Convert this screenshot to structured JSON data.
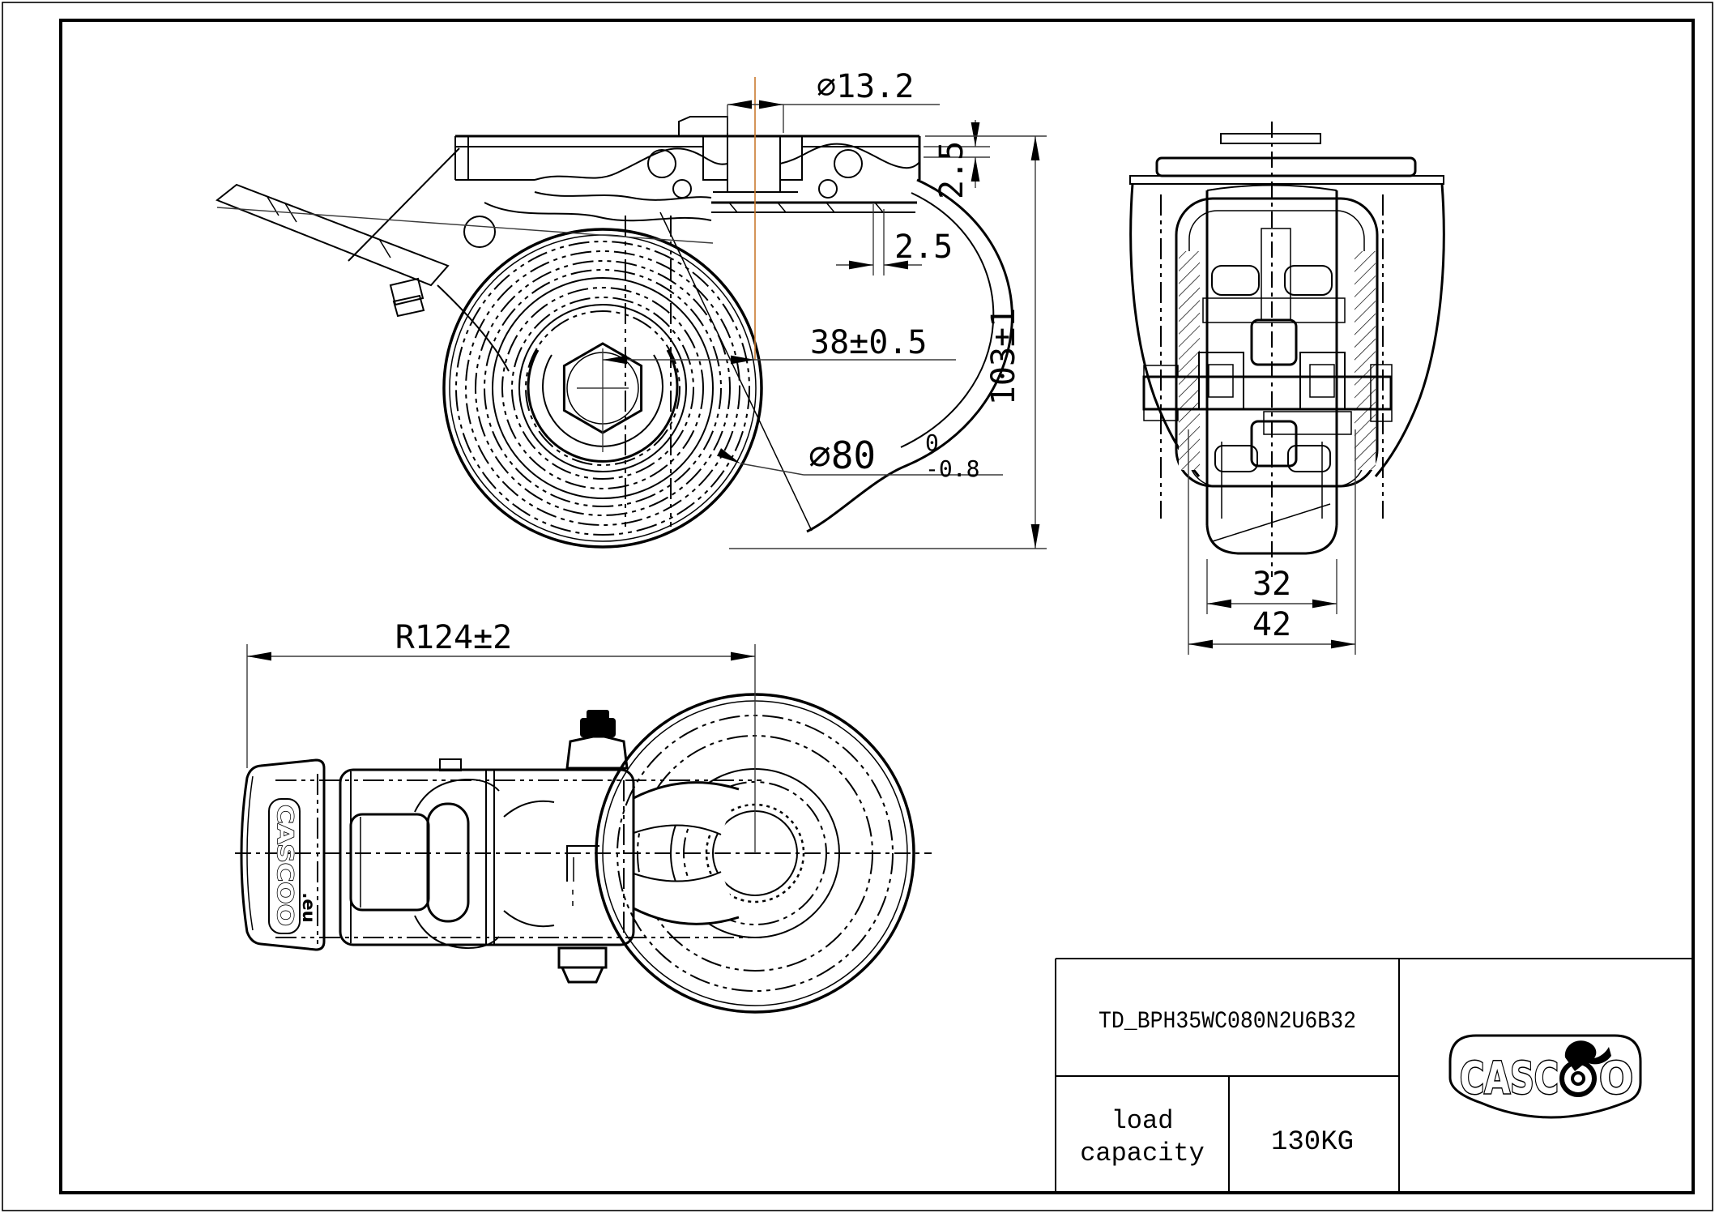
{
  "drawing": {
    "dimensions": {
      "bolt_hole_diameter": "∅13.2",
      "plate_thickness": "2.5",
      "plate_offset": "2.5",
      "wheel_offset": "38±0.5",
      "overall_height": "103±1",
      "wheel_diameter": "∅80",
      "wheel_diameter_tol_upper": "0",
      "wheel_diameter_tol_lower": "-0.8",
      "tread_width": "32",
      "hub_width": "42",
      "swivel_radius": "R124±2"
    },
    "plan_view": {
      "pedal_logo": "CASCOO",
      "pedal_logo_domain": ".eu"
    },
    "title_block": {
      "part_number": "TD_BPH35WC080N2U6B32",
      "load_capacity_line1": "load",
      "load_capacity_line2": "capacity",
      "load_capacity_value": "130KG",
      "brand_prefix": "CASC",
      "brand_suffix": "O"
    }
  }
}
